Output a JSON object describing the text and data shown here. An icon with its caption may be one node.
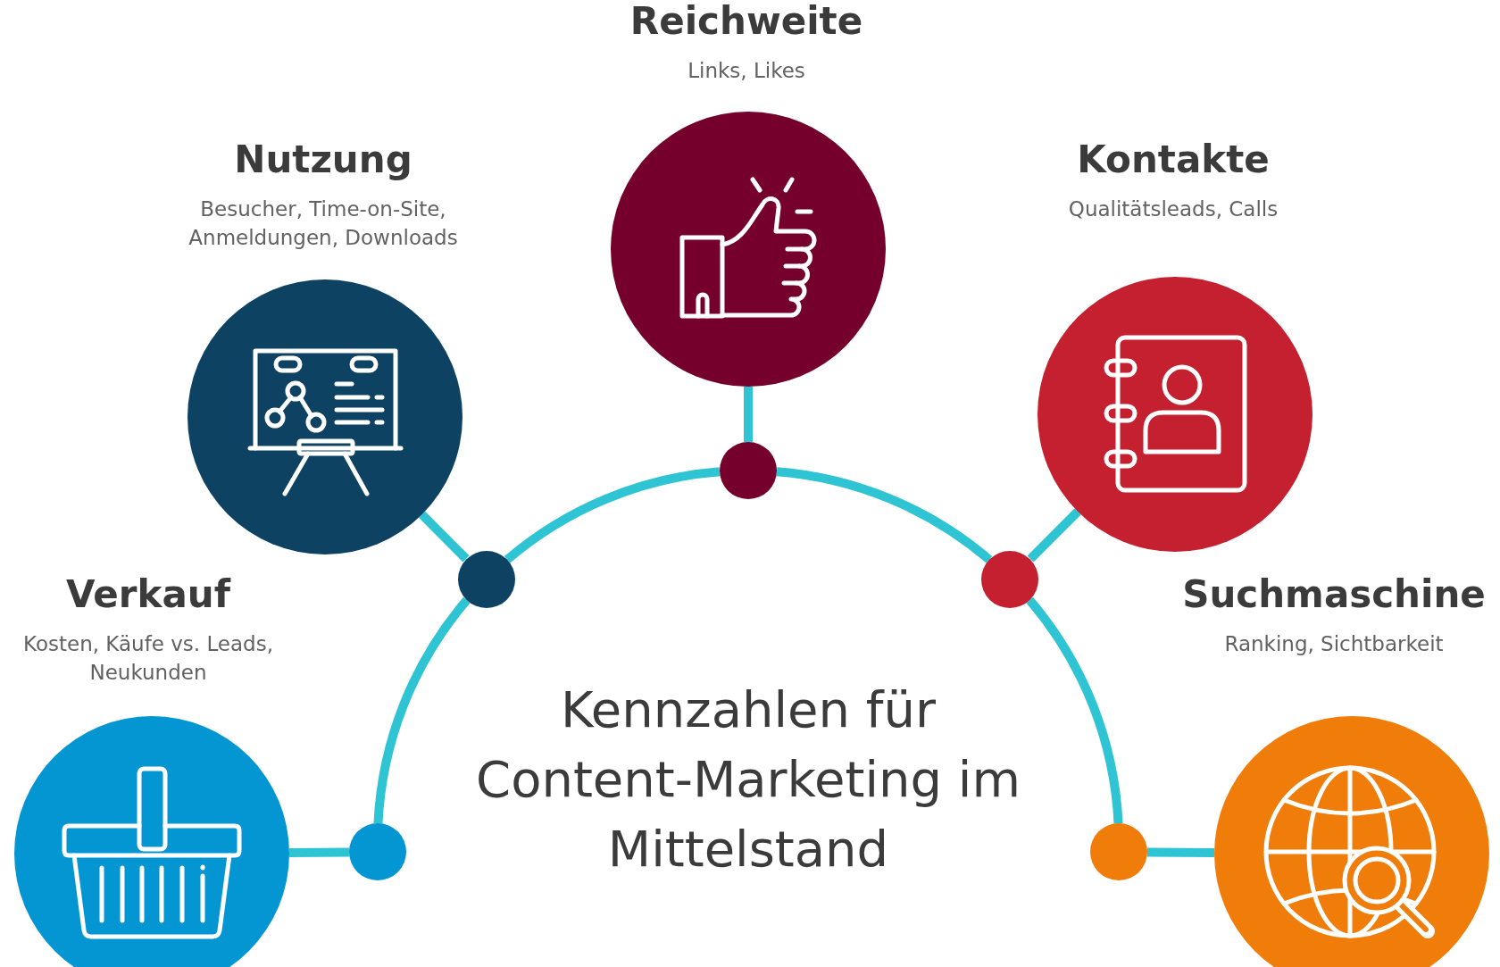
{
  "diagram": {
    "title": "Kennzahlen für Content-Marketing im Mittelstand",
    "nodes": [
      {
        "text": [
          "Reichweite",
          "Links, Likes"
        ]
      },
      {
        "text": [
          "Nutzung",
          "Besucher, Time-on-Site, Anmeldungen, Downloads"
        ]
      },
      {
        "text": [
          "Kontakte",
          "Qualitätsleads, Calls"
        ]
      },
      {
        "text": [
          "Verkauf",
          "Kosten, Käufe vs. Leads, Neukunden"
        ]
      },
      {
        "text": [
          "Suchmaschine",
          "Ranking, Sichtbarkeit"
        ]
      },
      {
        "text": [],
        "shape": "circle"
      },
      {
        "text": [],
        "shape": "circle"
      },
      {
        "text": [],
        "shape": "circle"
      },
      {
        "text": [],
        "shape": "circle"
      },
      {
        "text": [],
        "shape": "circle"
      }
    ],
    "edges": [
      {
        "from": 3,
        "to": 5,
        "arrow": "none"
      },
      {
        "from": 5,
        "to": 6,
        "arrow": "none"
      },
      {
        "from": 6,
        "to": 1,
        "arrow": "none"
      },
      {
        "from": 6,
        "to": 7,
        "arrow": "none"
      },
      {
        "from": 7,
        "to": 0,
        "arrow": "none"
      },
      {
        "from": 7,
        "to": 8,
        "arrow": "none"
      },
      {
        "from": 8,
        "to": 2,
        "arrow": "none"
      },
      {
        "from": 8,
        "to": 9,
        "arrow": "none"
      },
      {
        "from": 9,
        "to": 4,
        "arrow": "none"
      }
    ]
  }
}
